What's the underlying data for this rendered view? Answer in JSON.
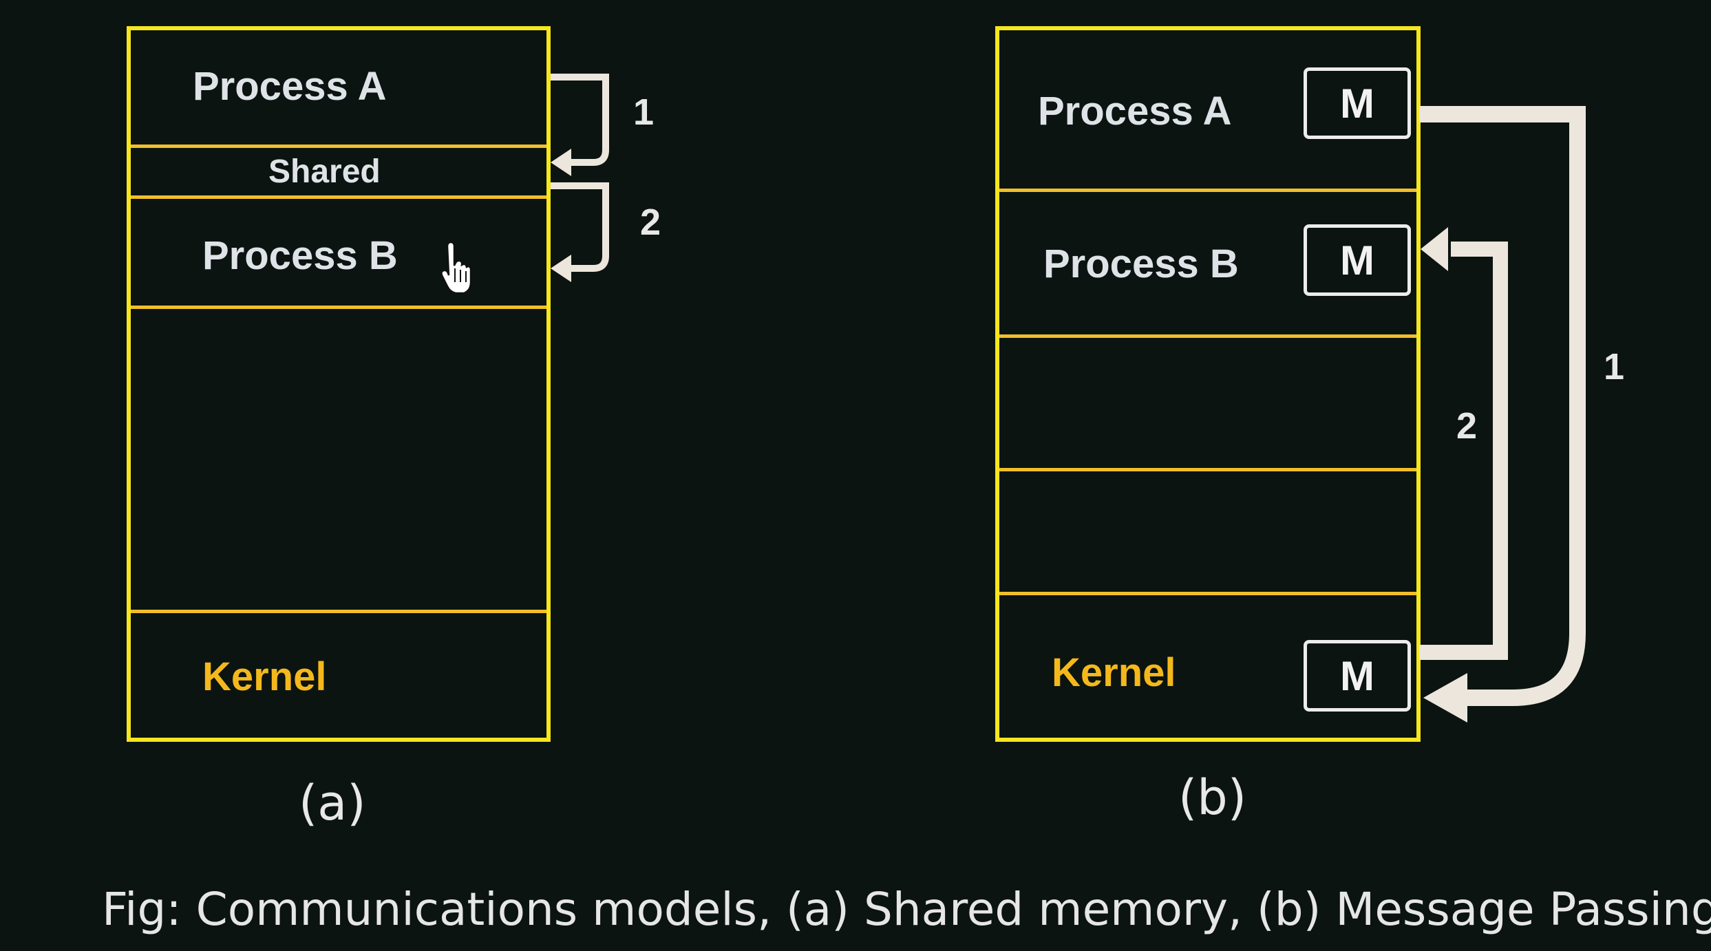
{
  "diagram_a": {
    "process_a": "Process A",
    "shared": "Shared",
    "process_b": "Process B",
    "kernel": "Kernel",
    "step1": "1",
    "step2": "2",
    "label": "(a)"
  },
  "diagram_b": {
    "process_a": "Process A",
    "process_b": "Process B",
    "kernel": "Kernel",
    "message": "M",
    "step1": "1",
    "step2": "2",
    "label": "(b)"
  },
  "caption": "Fig: Communications models, (a)  Shared memory, (b) Message Passing.",
  "colors": {
    "background": "#0b1410",
    "box_border": "#f6e61e",
    "divider": "#f2bf2a",
    "kernel_text": "#f5b81c",
    "arrow": "#ece6dc"
  }
}
